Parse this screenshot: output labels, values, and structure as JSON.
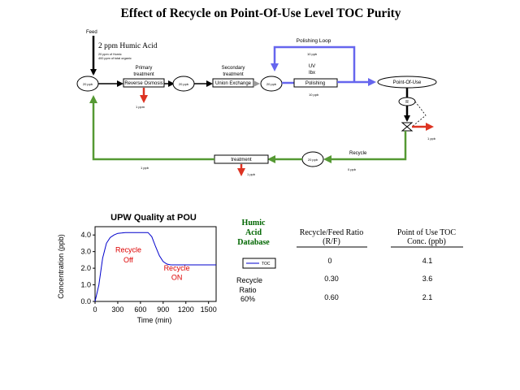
{
  "title": "Effect of Recycle on Point-Of-Use Level TOC Purity",
  "flow": {
    "feed_label": "Feed",
    "humic_label": "2 ppm Humic Acid",
    "humic_note_1": "20 ppm of Humic",
    "humic_note_2": "400 ppm of total organic",
    "tank_label": "20 ppb",
    "primary_label_1": "Primary",
    "primary_label_2": "treatment",
    "reverse_osmosis": "Reverse Osmosis",
    "primary_reject": "1 ppm",
    "node2_label": "20 ppb",
    "secondary_label_1": "Secondary",
    "secondary_label_2": "treatment",
    "union_exchange": "Union Exchange",
    "node3_label": "20 ppb",
    "polishing_loop": "Polishing Loop",
    "uv_label_1": "UV",
    "uv_label_2": "Ibx",
    "polishing": "Polishing",
    "polish_top_val": "10 ppb",
    "polish_bottom_val": "10 ppb",
    "point_of_use": "Point-Of-Use",
    "valve_label": "R",
    "drain_val": "1 ppb",
    "recycle_label": "Recycle",
    "recycle_val": "0 ppb",
    "recycle_node": "20 ppb",
    "treatment": "treatment",
    "treatment_reject": "1 ppb",
    "return_val": "1 ppb"
  },
  "chart_data": {
    "type": "line",
    "title": "UPW Quality at POU",
    "xlabel": "Time (min)",
    "ylabel": "Concentration (ppb)",
    "xlim": [
      0,
      1600
    ],
    "ylim": [
      0,
      4.5
    ],
    "xticks": [
      0,
      300,
      600,
      900,
      1200,
      1500
    ],
    "xtick_labels": [
      "0",
      "300",
      "600",
      "900",
      "1200",
      "1500"
    ],
    "yticks": [
      0.0,
      1.0,
      2.0,
      3.0,
      4.0
    ],
    "ytick_labels": [
      "0.0",
      "1.0",
      "2.0",
      "3.0",
      "4.0"
    ],
    "series": [
      {
        "name": "TOC",
        "color": "#0000cc",
        "x": [
          0,
          50,
          100,
          150,
          200,
          250,
          300,
          350,
          400,
          700,
          750,
          800,
          850,
          900,
          950,
          1000,
          1100,
          1200,
          1300,
          1400,
          1500,
          1600
        ],
        "y": [
          0.0,
          1.0,
          2.6,
          3.5,
          3.85,
          4.0,
          4.1,
          4.12,
          4.15,
          4.15,
          3.9,
          3.3,
          2.75,
          2.4,
          2.25,
          2.2,
          2.2,
          2.2,
          2.2,
          2.2,
          2.2,
          2.2
        ]
      }
    ],
    "annotations": [
      {
        "text": "Recycle",
        "x": 440,
        "y": 2.95,
        "color": "#dd0000"
      },
      {
        "text": "Off",
        "x": 440,
        "y": 2.35,
        "color": "#dd0000"
      },
      {
        "text": "Recycle",
        "x": 1080,
        "y": 1.85,
        "color": "#dd0000"
      },
      {
        "text": "ON",
        "x": 1080,
        "y": 1.3,
        "color": "#dd0000"
      }
    ]
  },
  "legend": {
    "label": "TOC",
    "color": "#0000cc"
  },
  "database": {
    "line1": "Humic",
    "line2": "Acid",
    "line3": "Database",
    "color": "#006600"
  },
  "recycle_ratio": {
    "line1": "Recycle",
    "line2": "Ratio",
    "line3": "60%"
  },
  "table": {
    "headers": [
      {
        "line1": "Recycle/Feed Ratio",
        "line2": "(R/F)"
      },
      {
        "line1": "Point of Use TOC",
        "line2": "Conc. (ppb)"
      }
    ],
    "rows": [
      [
        "0",
        "4.1"
      ],
      [
        "0.30",
        "3.6"
      ],
      [
        "0.60",
        "2.1"
      ]
    ]
  },
  "colors": {
    "black": "#000000",
    "blue_loop": "#6666ee",
    "green_loop": "#559933",
    "red_arrow": "#dd3322",
    "grey_pipe": "#999999"
  }
}
